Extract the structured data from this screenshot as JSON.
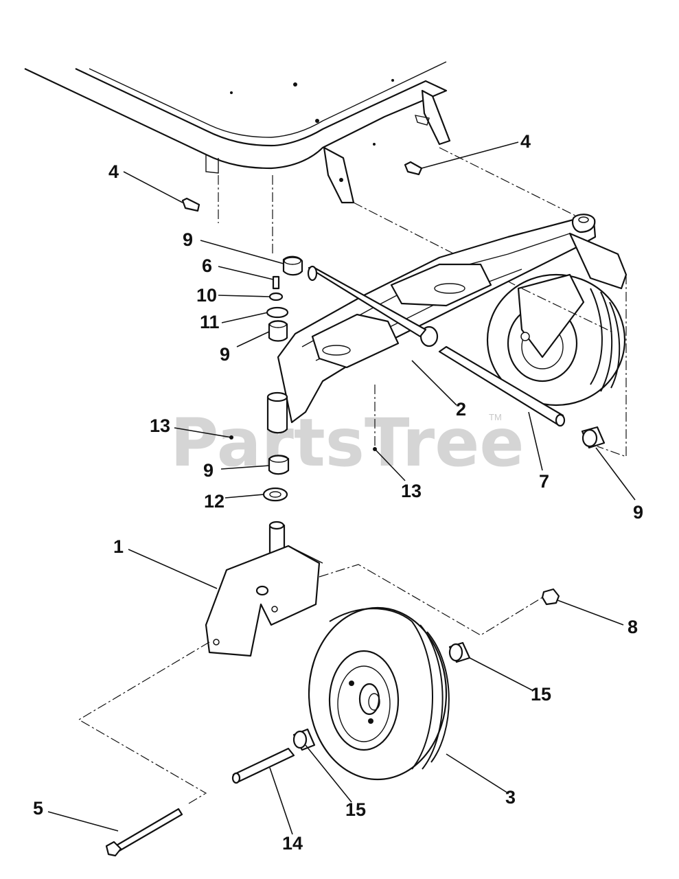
{
  "watermark": {
    "text": "PartsTree",
    "trademark": "TM"
  },
  "callouts": [
    {
      "id": "c-4a",
      "label": "4"
    },
    {
      "id": "c-4b",
      "label": "4"
    },
    {
      "id": "c-9a",
      "label": "9"
    },
    {
      "id": "c-6",
      "label": "6"
    },
    {
      "id": "c-10",
      "label": "10"
    },
    {
      "id": "c-11",
      "label": "11"
    },
    {
      "id": "c-9b",
      "label": "9"
    },
    {
      "id": "c-2",
      "label": "2"
    },
    {
      "id": "c-13a",
      "label": "13"
    },
    {
      "id": "c-9c",
      "label": "9"
    },
    {
      "id": "c-13b",
      "label": "13"
    },
    {
      "id": "c-12",
      "label": "12"
    },
    {
      "id": "c-7",
      "label": "7"
    },
    {
      "id": "c-9d",
      "label": "9"
    },
    {
      "id": "c-1",
      "label": "1"
    },
    {
      "id": "c-8",
      "label": "8"
    },
    {
      "id": "c-15a",
      "label": "15"
    },
    {
      "id": "c-3",
      "label": "3"
    },
    {
      "id": "c-15b",
      "label": "15"
    },
    {
      "id": "c-5",
      "label": "5"
    },
    {
      "id": "c-14",
      "label": "14"
    }
  ]
}
